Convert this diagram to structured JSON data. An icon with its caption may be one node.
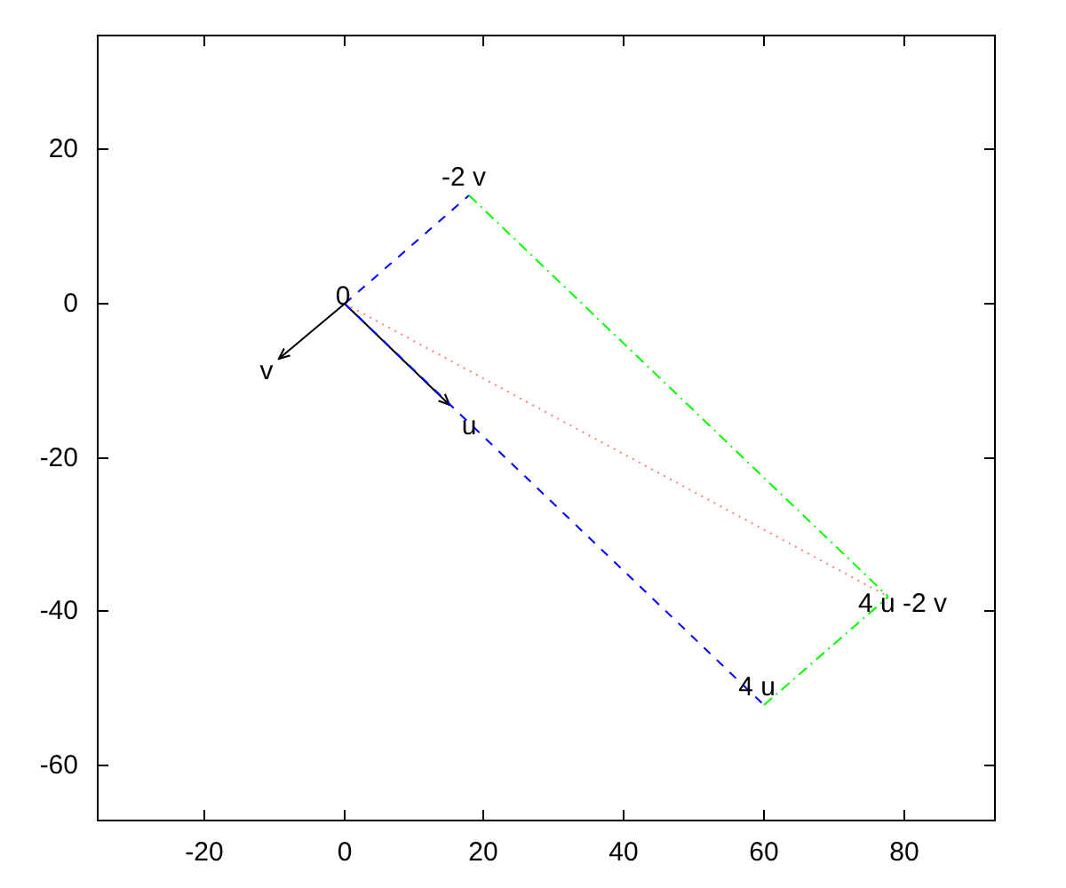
{
  "diagram": {
    "nodes": [
      {
        "text": [
          "0"
        ]
      },
      {
        "text": [
          "u"
        ]
      },
      {
        "text": [
          "v"
        ]
      },
      {
        "text": [
          "-2 v"
        ]
      },
      {
        "text": [
          "4 u"
        ]
      },
      {
        "text": [
          "4 u -2 v"
        ]
      }
    ],
    "edges": [
      {
        "from": 0,
        "to": 1,
        "arrow": "to"
      },
      {
        "from": 0,
        "to": 2,
        "arrow": "to"
      },
      {
        "from": 0,
        "to": 3,
        "arrow": "none",
        "style": "dashed",
        "color": "#0000ff"
      },
      {
        "from": 0,
        "to": 4,
        "arrow": "none",
        "style": "dashed",
        "color": "#0000ff"
      },
      {
        "from": 3,
        "to": 5,
        "arrow": "none",
        "style": "dashed",
        "color": "#00ff00"
      },
      {
        "from": 4,
        "to": 5,
        "arrow": "none",
        "style": "dashed",
        "color": "#00ff00"
      },
      {
        "from": 0,
        "to": 5,
        "arrow": "none",
        "style": "dashed",
        "color": "#ff0000"
      }
    ],
    "labels": [
      "20",
      "0",
      "-20",
      "-40",
      "-60",
      "-20",
      "0",
      "20",
      "40",
      "60",
      "80"
    ]
  }
}
